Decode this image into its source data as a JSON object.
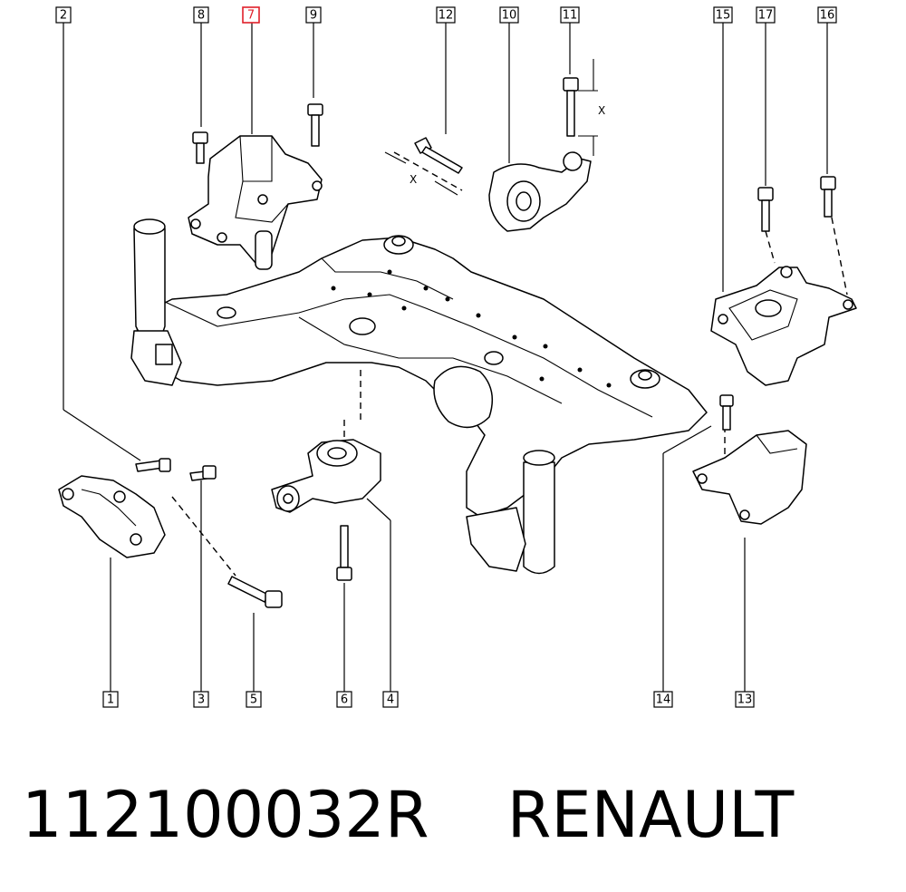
{
  "diagram": {
    "callouts": [
      {
        "id": "c1",
        "label": "1",
        "highlighted": false
      },
      {
        "id": "c2",
        "label": "2",
        "highlighted": false
      },
      {
        "id": "c3",
        "label": "3",
        "highlighted": false
      },
      {
        "id": "c4",
        "label": "4",
        "highlighted": false
      },
      {
        "id": "c5",
        "label": "5",
        "highlighted": false
      },
      {
        "id": "c6",
        "label": "6",
        "highlighted": false
      },
      {
        "id": "c7",
        "label": "7",
        "highlighted": true
      },
      {
        "id": "c8",
        "label": "8",
        "highlighted": false
      },
      {
        "id": "c9",
        "label": "9",
        "highlighted": false
      },
      {
        "id": "c10",
        "label": "10",
        "highlighted": false
      },
      {
        "id": "c11",
        "label": "11",
        "highlighted": false
      },
      {
        "id": "c12",
        "label": "12",
        "highlighted": false
      },
      {
        "id": "c13",
        "label": "13",
        "highlighted": false
      },
      {
        "id": "c14",
        "label": "14",
        "highlighted": false
      },
      {
        "id": "c15",
        "label": "15",
        "highlighted": false
      },
      {
        "id": "c16",
        "label": "16",
        "highlighted": false
      },
      {
        "id": "c17",
        "label": "17",
        "highlighted": false
      }
    ],
    "dimension_labels": {
      "vertical": "X",
      "horizontal": "X"
    },
    "highlight_color": "#e0202a"
  },
  "footer": {
    "part_number": "112100032R",
    "brand": "RENAULT"
  }
}
